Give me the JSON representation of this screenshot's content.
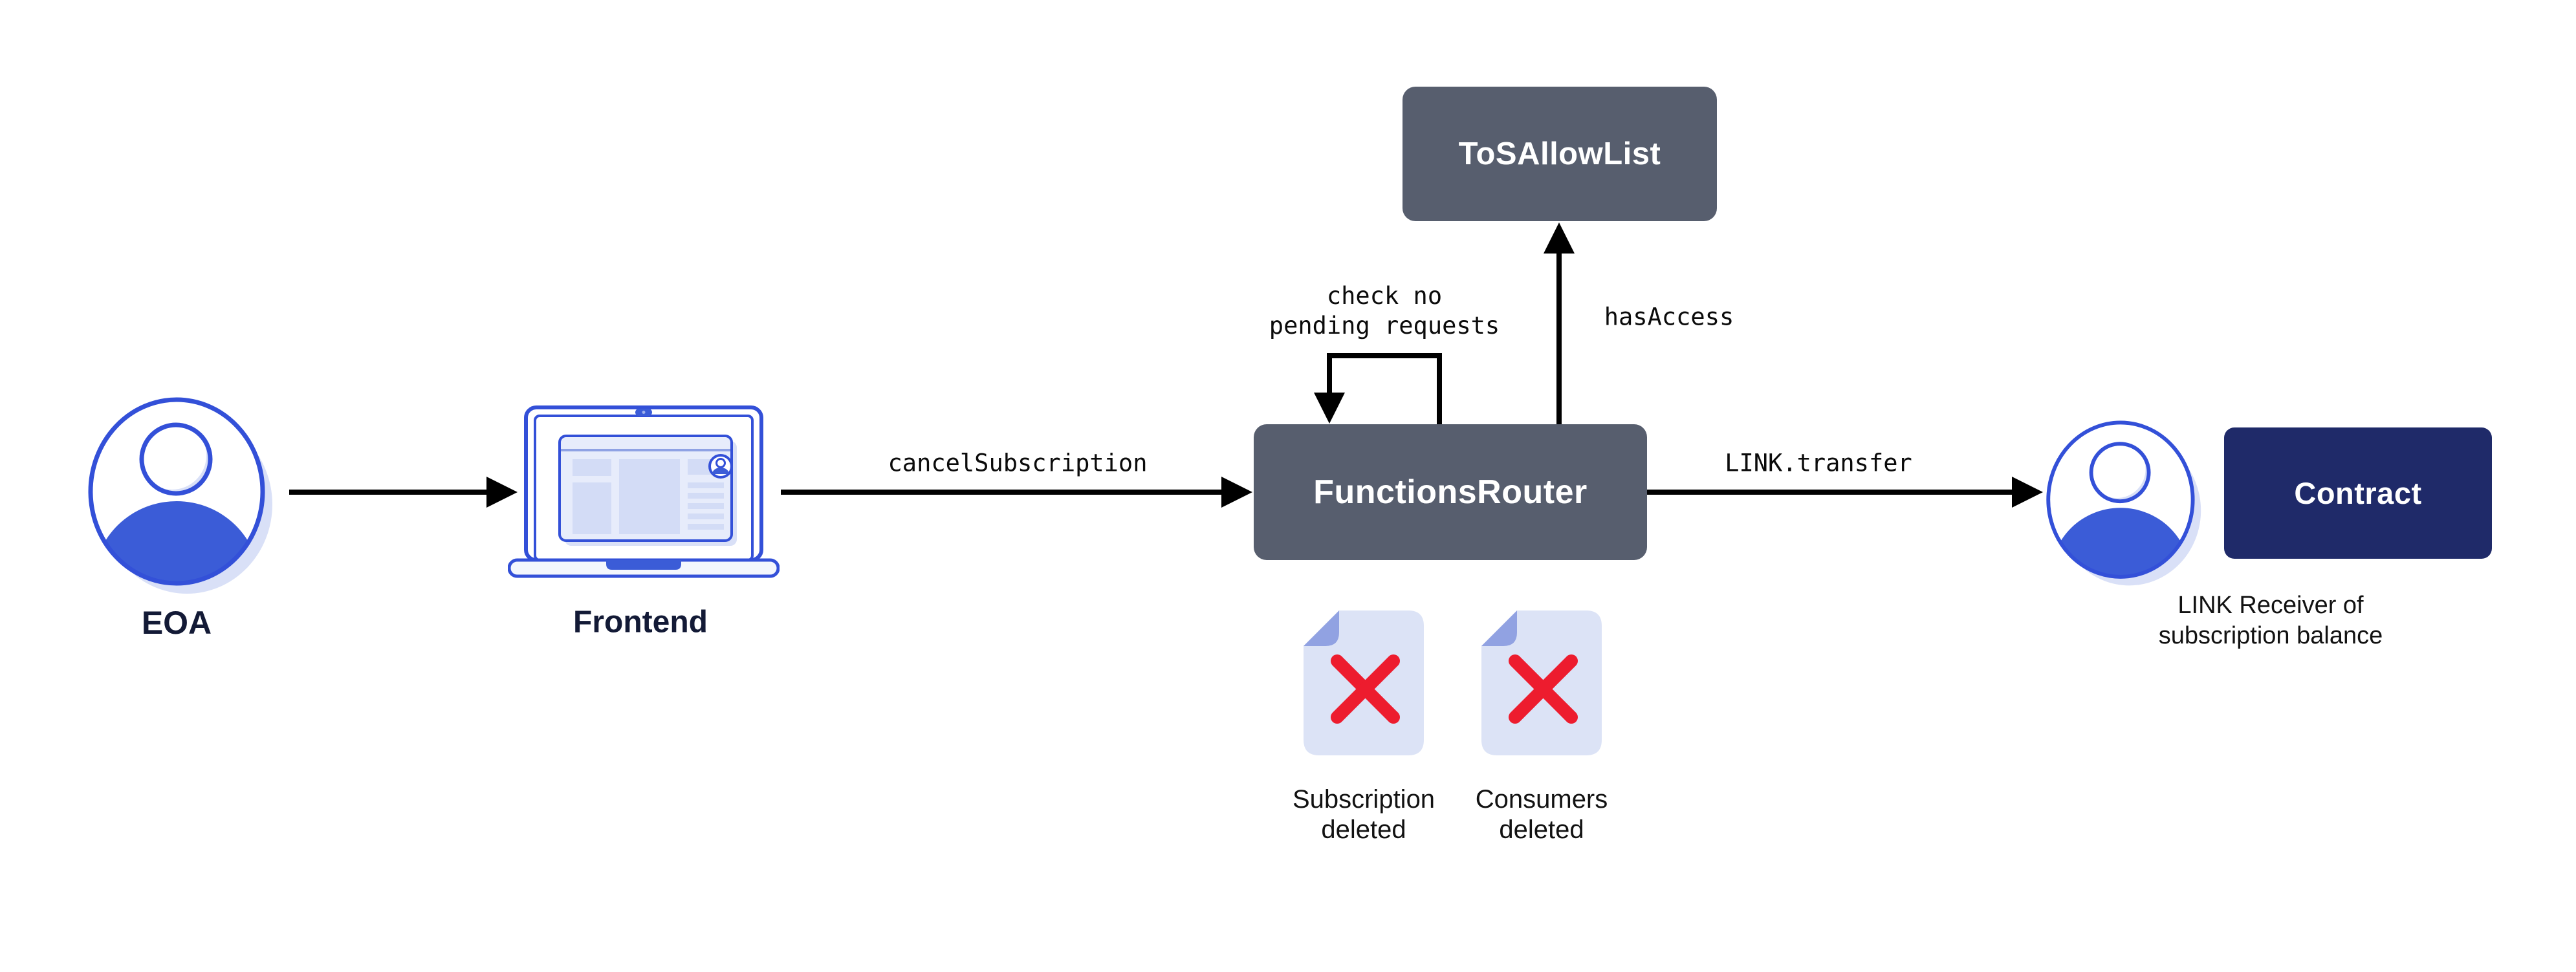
{
  "diagram": {
    "nodes": {
      "eoa": {
        "label": "EOA"
      },
      "frontend": {
        "label": "Frontend"
      },
      "functions_router": {
        "label": "FunctionsRouter"
      },
      "tos_allow_list": {
        "label": "ToSAllowList"
      },
      "contract": {
        "label": "Contract"
      },
      "link_receiver": {
        "line1": "LINK Receiver of",
        "line2": "subscription balance"
      }
    },
    "edges": {
      "frontend_to_router": {
        "label": "cancelSubscription"
      },
      "router_self_check": {
        "line1": "check no",
        "line2": "pending requests"
      },
      "router_to_tos": {
        "label": "hasAccess"
      },
      "router_to_receiver": {
        "label": "LINK.transfer"
      }
    },
    "deleted_items": {
      "subscription": {
        "line1": "Subscription",
        "line2": "deleted"
      },
      "consumers": {
        "line1": "Consumers",
        "line2": "deleted"
      }
    },
    "colors": {
      "background": "#ffffff",
      "slate_box": "#575E6E",
      "navy_box": "#1F2A69",
      "accent_blue": "#3350D8",
      "fill_blue": "#3B5CD7",
      "light_periwinkle": "#D9E0F7",
      "doc_body": "#DCE3F6",
      "doc_fold": "#91A2E2",
      "delete_red": "#ED1C2E",
      "arrow_black": "#000000",
      "dark_label": "#131A36"
    }
  }
}
